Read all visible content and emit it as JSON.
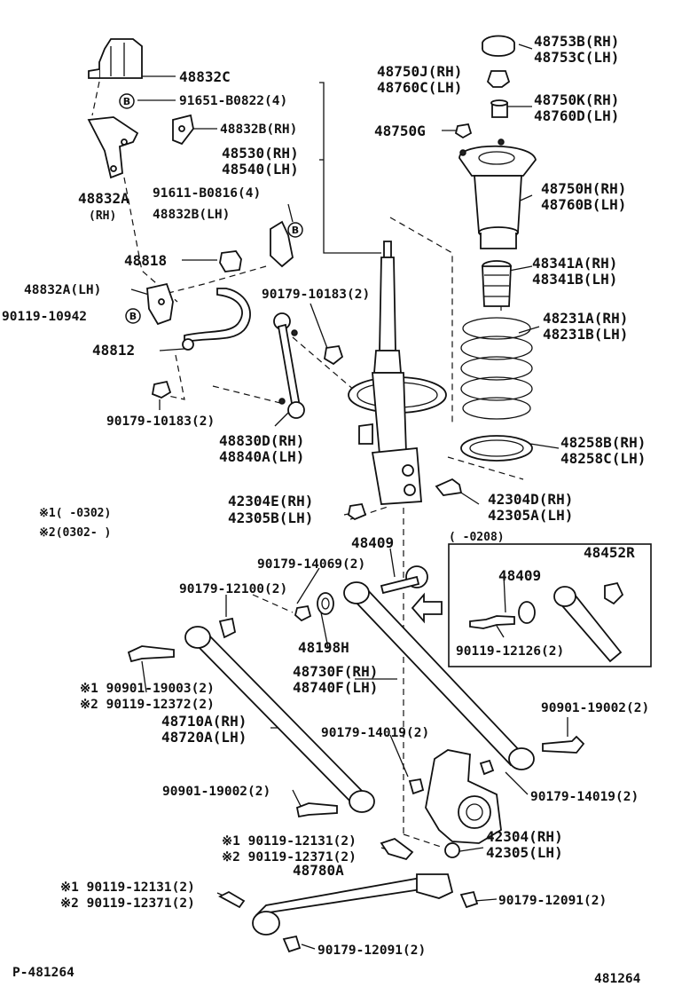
{
  "labels": {
    "l48832C": "48832C",
    "l91651": "91651-B0822(4)",
    "l48832B_rh": "48832B(RH)",
    "l48832A": "48832A",
    "l_rh": "(RH)",
    "l91611": "91611-B0816(4)",
    "l48832B_lh": "48832B(LH)",
    "l48818": "48818",
    "l48832A_lh": "48832A(LH)",
    "l90119_10942": "90119-10942",
    "l48812": "48812",
    "l90179_10183_a": "90179-10183(2)",
    "l90179_10183_b": "90179-10183(2)",
    "l48830D": "48830D(RH)",
    "l48840A": "48840A(LH)",
    "l48750J": "48750J(RH)",
    "l48760C": "48760C(LH)",
    "l48530": "48530(RH)",
    "l48540": "48540(LH)",
    "l48750G": "48750G",
    "l48753B": "48753B(RH)",
    "l48753C": "48753C(LH)",
    "l48750K": "48750K(RH)",
    "l48760D": "48760D(LH)",
    "l48750H": "48750H(RH)",
    "l48760B": "48760B(LH)",
    "l48341A": "48341A(RH)",
    "l48341B": "48341B(LH)",
    "l48231A": "48231A(RH)",
    "l48231B": "48231B(LH)",
    "l48258B": "48258B(RH)",
    "l48258C": "48258C(LH)",
    "l42304E": "42304E(RH)",
    "l42305B": "42305B(LH)",
    "l42304D": "42304D(RH)",
    "l42305A": "42305A(LH)",
    "note1": "※1(      -0302)",
    "note2": "※2(0302-      )",
    "l48409_main": "48409",
    "l90179_14069": "90179-14069(2)",
    "l90179_12100": "90179-12100(2)",
    "l48198H": "48198H",
    "l48730F": "48730F(RH)",
    "l48740F": "48740F(LH)",
    "box_period": "(      -0208)",
    "l48452R": "48452R",
    "l48409_box": "48409",
    "l90119_12126": "90119-12126(2)",
    "l90901_19003": "※1 90901-19003(2)",
    "l90119_12372": "※2 90119-12372(2)",
    "l48710A": "48710A(RH)",
    "l48720A": "48720A(LH)",
    "l90179_14019_a": "90179-14019(2)",
    "l90901_19002_a": "90901-19002(2)",
    "l90901_19002_b": "90901-19002(2)",
    "l90179_14019_b": "90179-14019(2)",
    "l90119_12131_a": "※1 90119-12131(2)",
    "l90119_12371_a": "※2 90119-12371(2)",
    "l42304": "42304(RH)",
    "l42305": "42305(LH)",
    "l48780A": "48780A",
    "l90119_12131_b": "※1 90119-12131(2)",
    "l90119_12371_b": "※2 90119-12371(2)",
    "l90179_12091_a": "90179-12091(2)",
    "l90179_12091_b": "90179-12091(2)",
    "footer_left": "P-481264",
    "footer_right": "481264",
    "circle_b": "B"
  }
}
